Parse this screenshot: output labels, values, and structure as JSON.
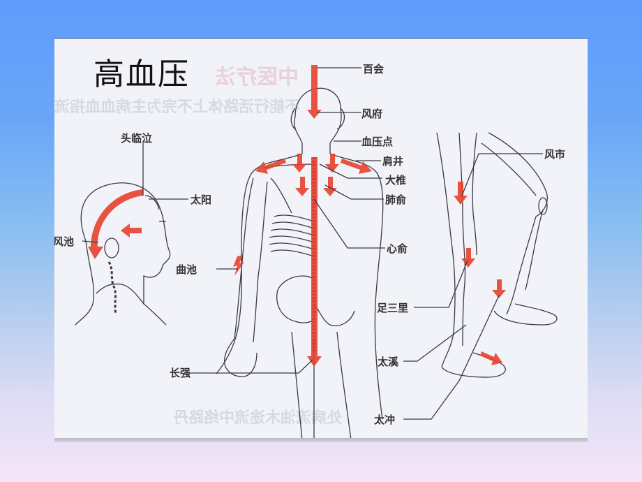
{
  "slide": {
    "title": "高血压",
    "colors": {
      "background_top": "#5e9cfb",
      "background_bottom": "#f5e6f8",
      "panel": "#f1f3f9",
      "arrow_red": "#e8412c",
      "line": "#3a3a40"
    }
  },
  "diagram": {
    "type": "acupuncture-point chart",
    "head_figure": {
      "labels": [
        {
          "id": "touqinqi",
          "text": "头临泣"
        },
        {
          "id": "taiyang",
          "text": "太阳"
        },
        {
          "id": "fengchi",
          "text": "风池"
        }
      ]
    },
    "back_figure": {
      "labels": [
        {
          "id": "baihui",
          "text": "百会"
        },
        {
          "id": "fengfu",
          "text": "风府"
        },
        {
          "id": "xueyadian",
          "text": "血压点"
        },
        {
          "id": "jianjing",
          "text": "肩井"
        },
        {
          "id": "dazhui",
          "text": "大椎"
        },
        {
          "id": "feishu",
          "text": "肺俞"
        },
        {
          "id": "xinshu",
          "text": "心俞"
        },
        {
          "id": "quchi",
          "text": "曲池"
        },
        {
          "id": "changqiang",
          "text": "长强"
        }
      ]
    },
    "leg_figure": {
      "labels": [
        {
          "id": "fengshi",
          "text": "风市"
        },
        {
          "id": "zusanli",
          "text": "足三里"
        },
        {
          "id": "taixi",
          "text": "太溪"
        },
        {
          "id": "taichong",
          "text": "太冲"
        }
      ]
    }
  }
}
